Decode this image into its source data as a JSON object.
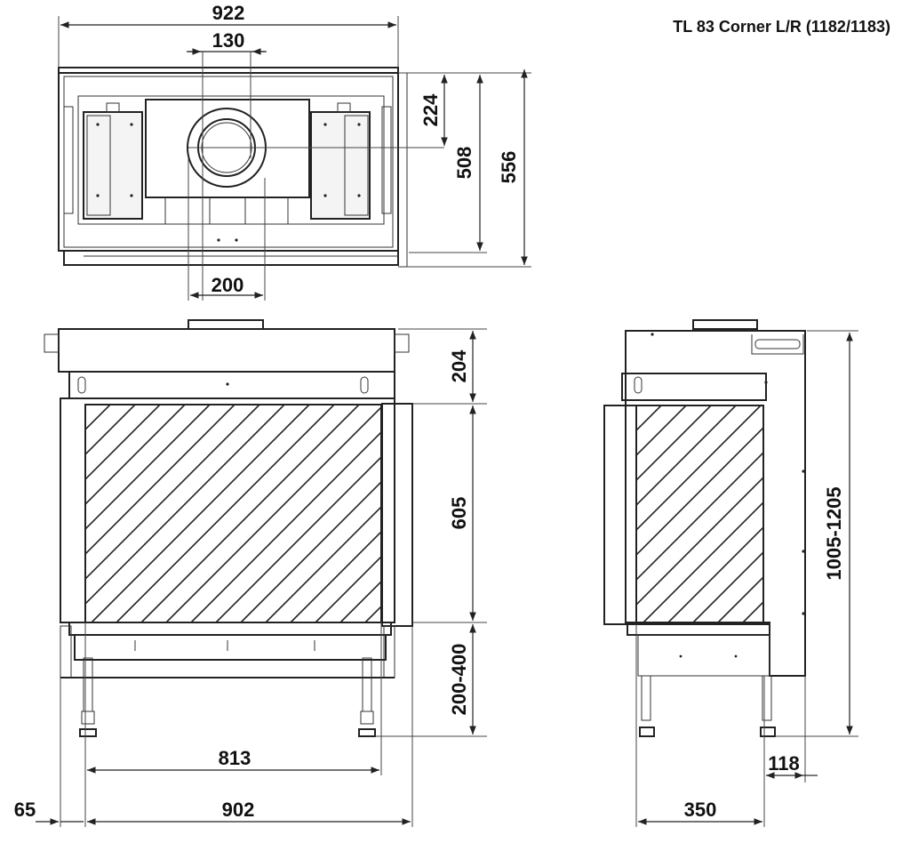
{
  "title": "TL 83 Corner L/R (1182/1183)",
  "dimensions": {
    "top_width": "922",
    "top_flue": "130",
    "top_flue_offset": "200",
    "top_flue_depth": "224",
    "top_depth_inner": "508",
    "top_depth_total": "556",
    "front_top_height": "204",
    "front_glass_height": "605",
    "front_leg_height": "200-400",
    "front_glass_width": "813",
    "front_left_offset": "65",
    "front_total_width": "902",
    "side_total_height": "1005-1205",
    "side_back_offset": "118",
    "side_depth": "350"
  },
  "colors": {
    "line": "#222222",
    "background": "#ffffff"
  }
}
